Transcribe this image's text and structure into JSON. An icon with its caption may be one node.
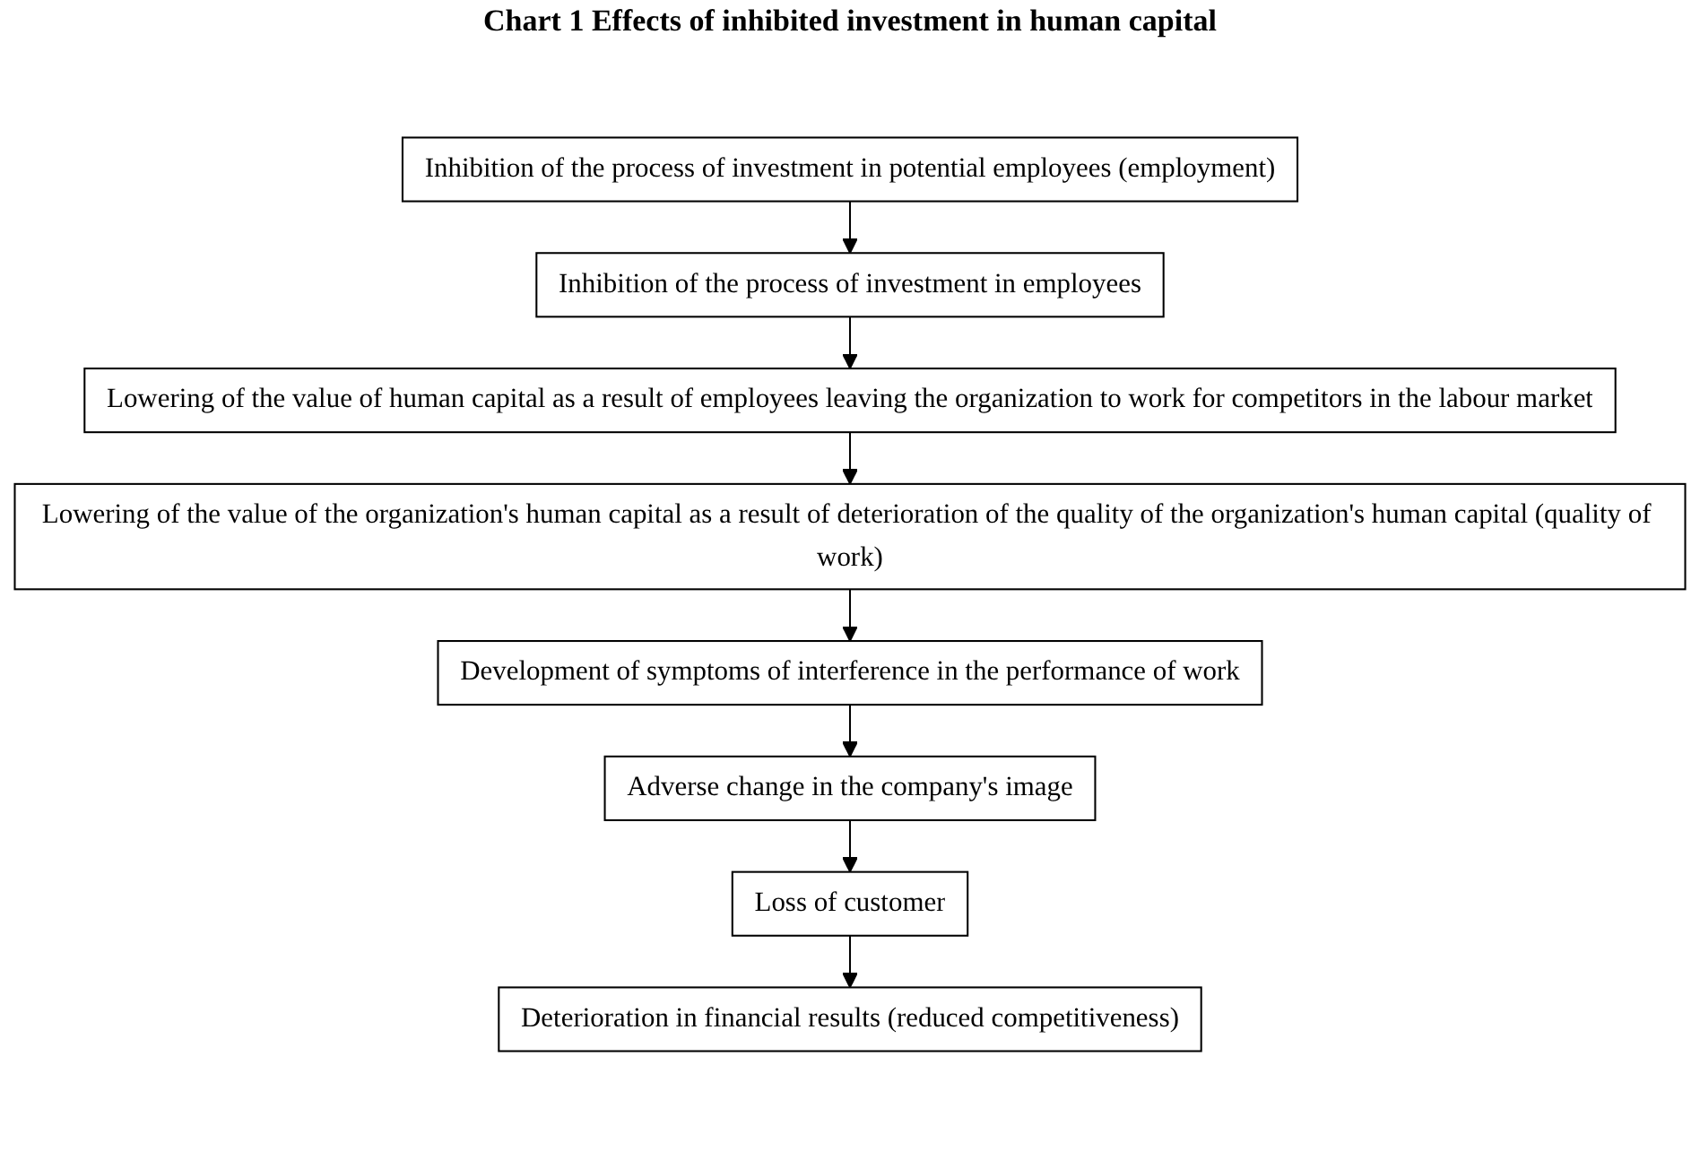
{
  "diagram": {
    "title": "Chart 1 Effects of inhibited investment in human capital",
    "nodes": [
      {
        "text": [
          "Inhibition of the process of investment in potential employees (employment)"
        ]
      },
      {
        "text": [
          "Inhibition of the process of investment in employees"
        ]
      },
      {
        "text": [
          "Lowering of the value of human capital as a result of employees leaving the organization to work for competitors in the labour market"
        ]
      },
      {
        "text": [
          "Lowering of the value of the organization's human capital as a result of deterioration of the quality of the organization's human capital (quality of work)"
        ]
      },
      {
        "text": [
          "Development of symptoms of interference in the performance of work"
        ]
      },
      {
        "text": [
          "Adverse change in the company's image"
        ]
      },
      {
        "text": [
          "Loss of customer"
        ]
      },
      {
        "text": [
          "Deterioration in financial results (reduced competitiveness)"
        ]
      }
    ],
    "edges": [
      {
        "from": 0,
        "to": 1,
        "arrow": "to"
      },
      {
        "from": 1,
        "to": 2,
        "arrow": "to"
      },
      {
        "from": 2,
        "to": 3,
        "arrow": "to"
      },
      {
        "from": 3,
        "to": 4,
        "arrow": "to"
      },
      {
        "from": 4,
        "to": 5,
        "arrow": "to"
      },
      {
        "from": 5,
        "to": 6,
        "arrow": "to"
      },
      {
        "from": 6,
        "to": 7,
        "arrow": "to"
      }
    ]
  }
}
